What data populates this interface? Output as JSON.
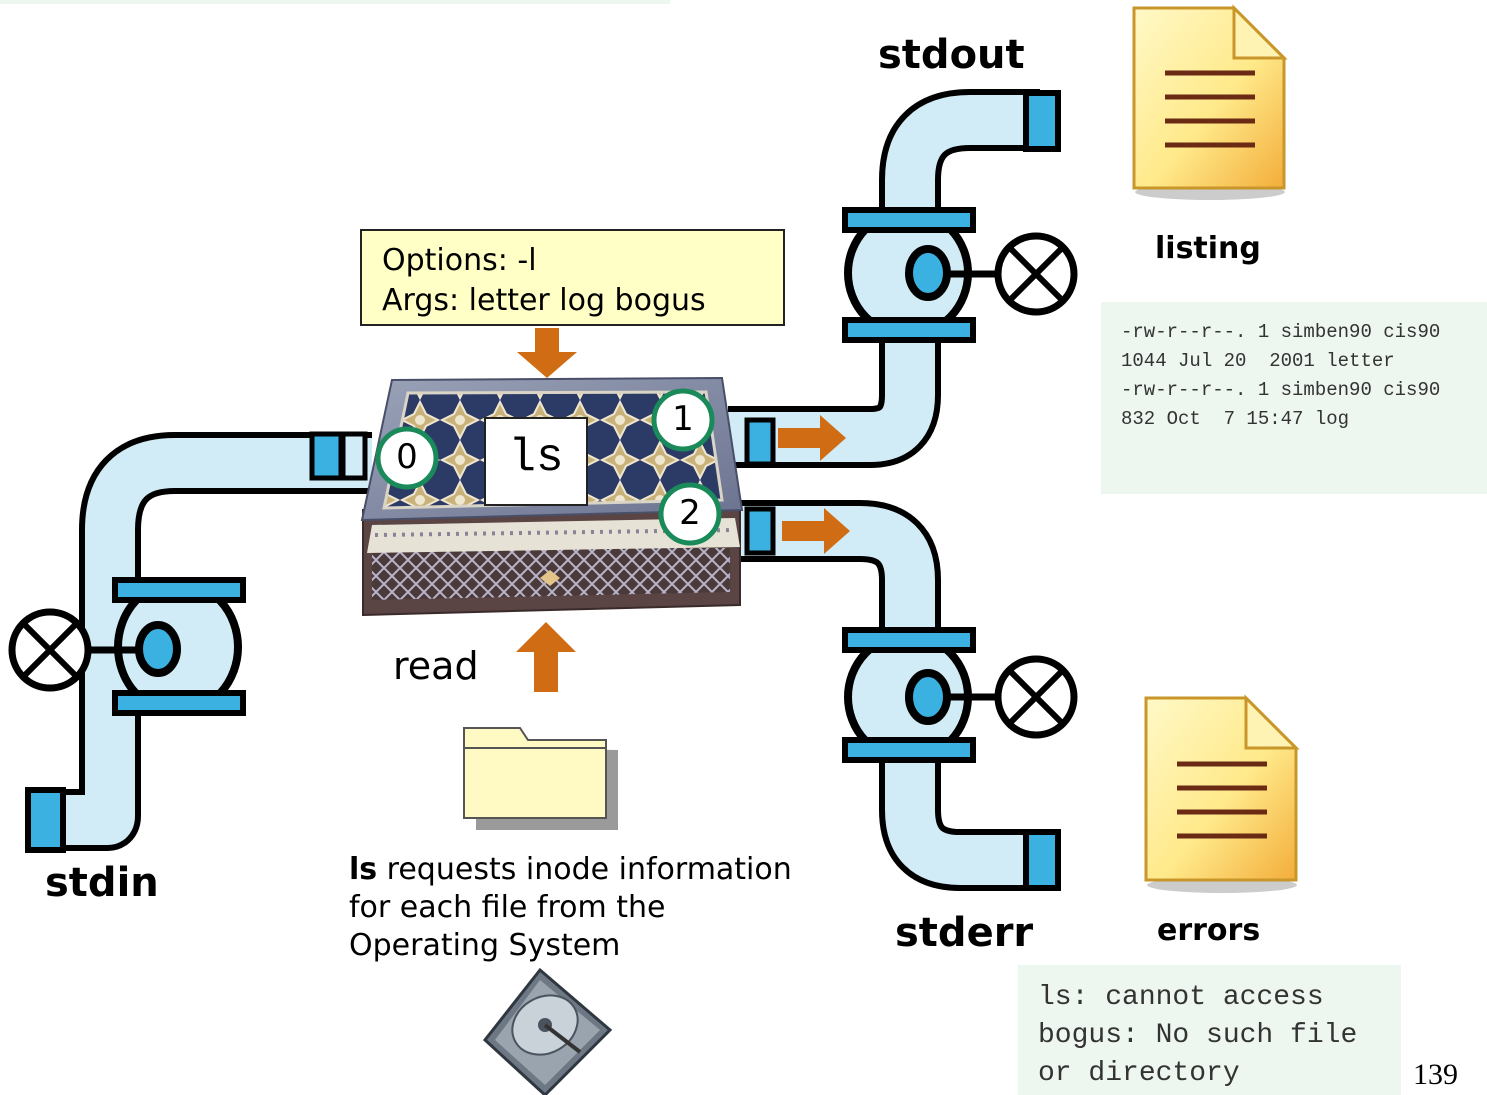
{
  "stdout_label": "stdout",
  "stdin_label": "stdin",
  "stderr_label": "stderr",
  "listing_label": "listing",
  "errors_label": "errors",
  "options_line": "Options: -l",
  "args_line": "Args: letter log bogus",
  "command": "ls",
  "fd_in": "0",
  "fd_out": "1",
  "fd_err": "2",
  "read_label": "read",
  "description": {
    "bold": "ls",
    "rest": " requests inode information for each file from the Operating System"
  },
  "listing_output": "-rw-r--r--. 1 simben90 cis90 1044 Jul 20  2001 letter\n-rw-r--r--. 1 simben90 cis90  832 Oct  7 15:47 log",
  "error_output": "ls: cannot access bogus: No such file or directory",
  "page_number": "139",
  "colors": {
    "pipe": "#d1ecf6",
    "flange": "#3ab1e0",
    "arrow": "#d06c14",
    "note_bg": "#ffffc6",
    "output_bg": "#eef6f0",
    "badge_border": "#1a8a5a"
  }
}
